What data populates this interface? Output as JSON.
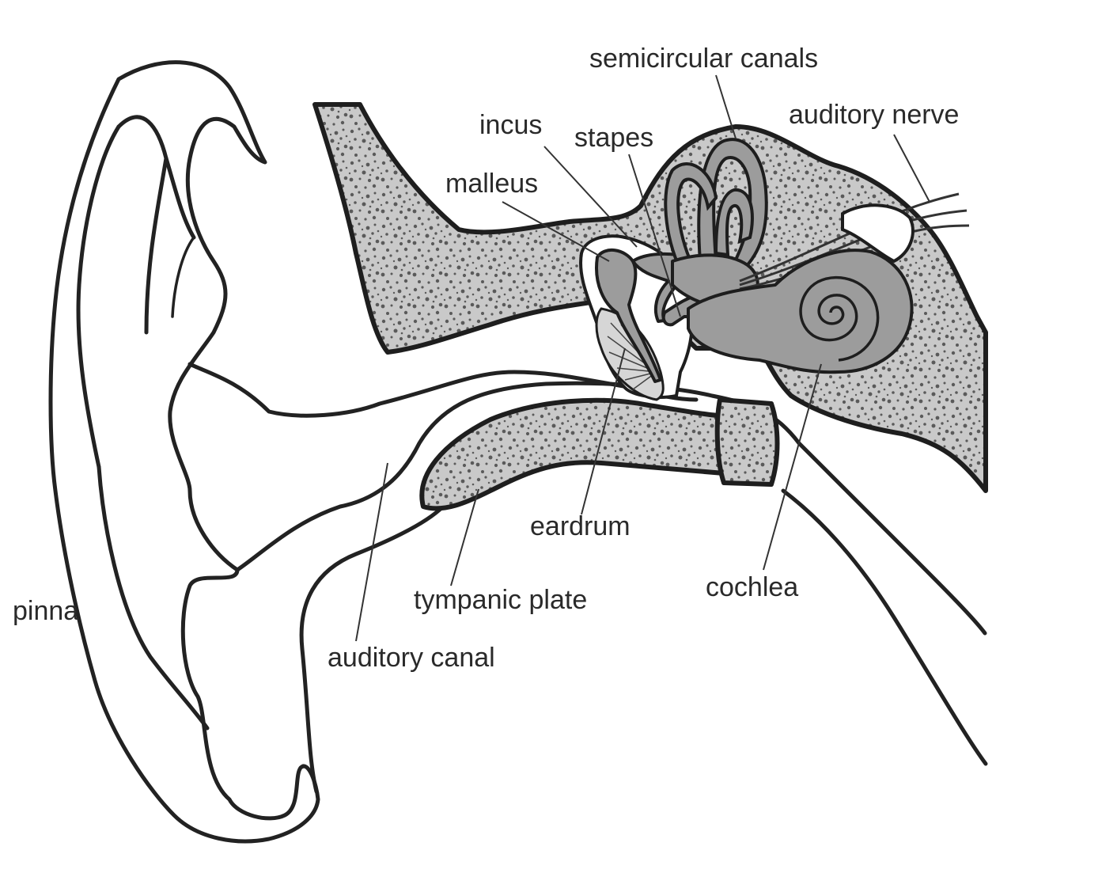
{
  "labels": {
    "semicircular_canals": "semicircular canals",
    "auditory_nerve": "auditory nerve",
    "incus": "incus",
    "stapes": "stapes",
    "malleus": "malleus",
    "eardrum": "eardrum",
    "cochlea": "cochlea",
    "tympanic_plate": "tympanic plate",
    "auditory_canal": "auditory canal",
    "pinna": "pinna"
  }
}
